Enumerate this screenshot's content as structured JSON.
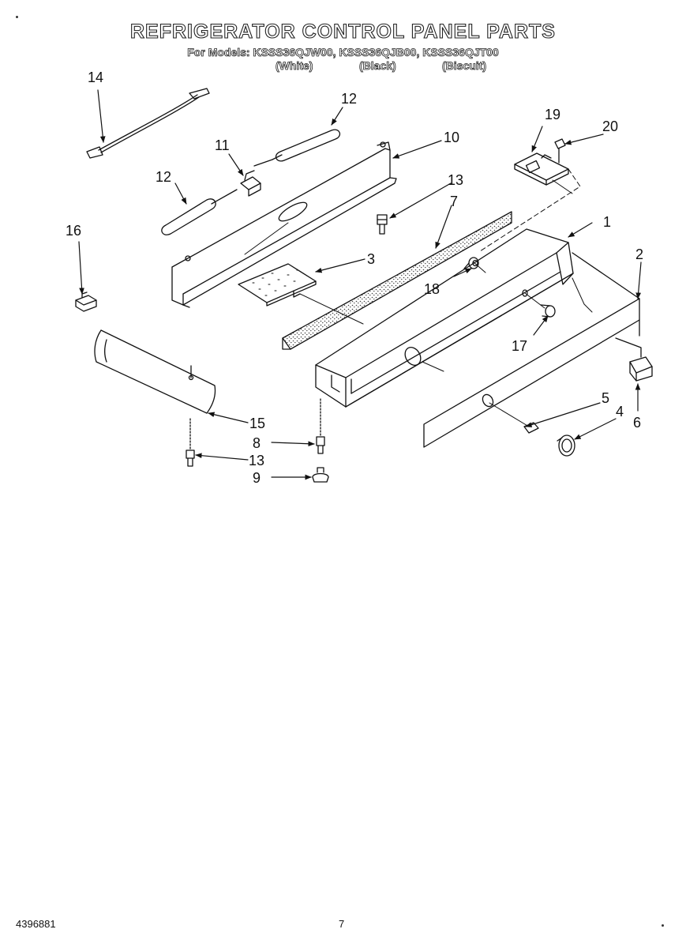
{
  "header": {
    "title": "REFRIGERATOR CONTROL PANEL PARTS",
    "models_line": "For Models: KSSS36QJW00, KSSS36QJB00, KSSS36QJT00",
    "colors": [
      "(White)",
      "(Black)",
      "(Biscuit)"
    ]
  },
  "callouts": [
    "1",
    "2",
    "3",
    "4",
    "5",
    "6",
    "7",
    "8",
    "9",
    "10",
    "11",
    "12",
    "12",
    "13",
    "13",
    "14",
    "15",
    "16",
    "17",
    "18",
    "19",
    "20"
  ],
  "footer": {
    "doc_number": "4396881",
    "page_number": "7"
  }
}
